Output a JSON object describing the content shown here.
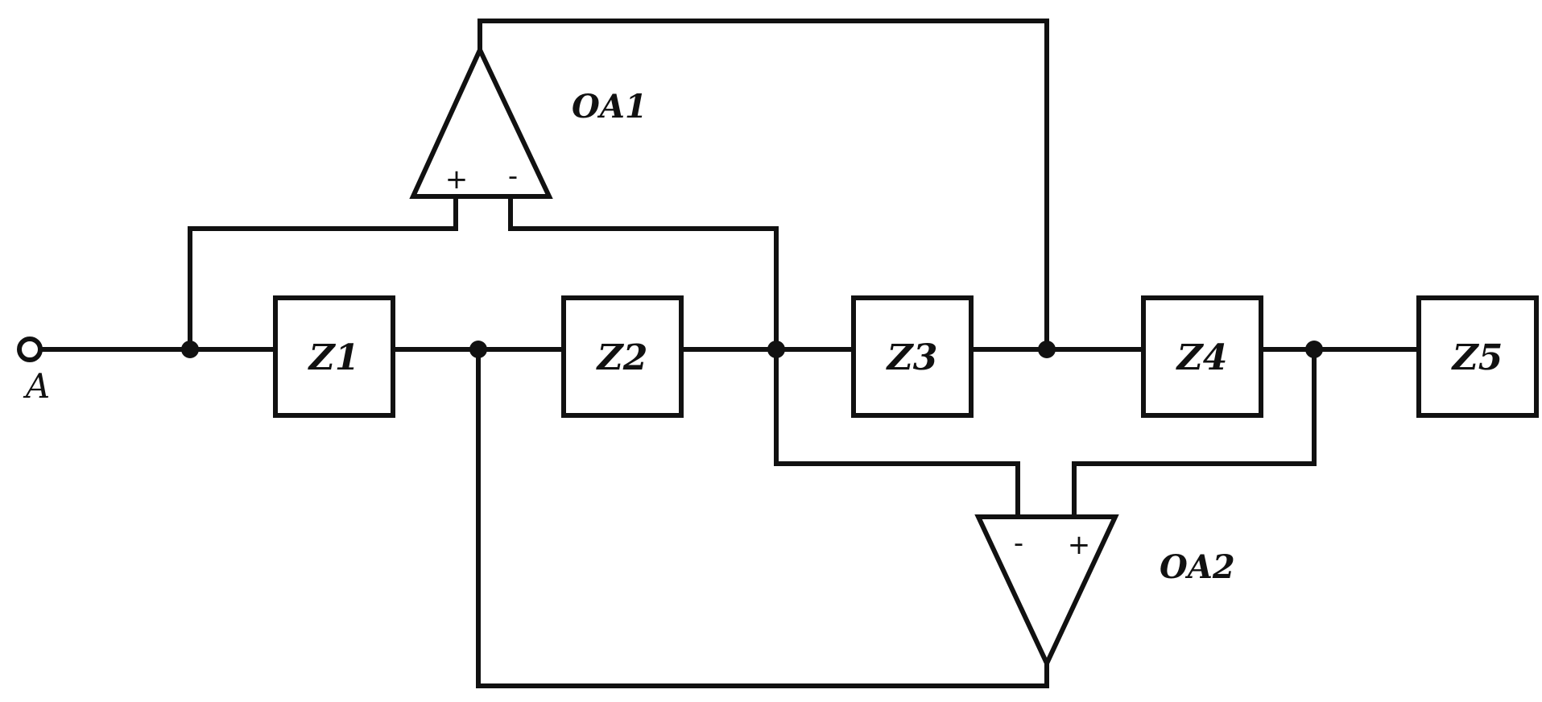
{
  "terminal": {
    "label": "A"
  },
  "impedances": [
    {
      "label": "Z1"
    },
    {
      "label": "Z2"
    },
    {
      "label": "Z3"
    },
    {
      "label": "Z4"
    },
    {
      "label": "Z5"
    }
  ],
  "opamps": [
    {
      "label": "OA1",
      "plus": "+",
      "minus": "-"
    },
    {
      "label": "OA2",
      "plus": "+",
      "minus": "-"
    }
  ],
  "colors": {
    "stroke": "#111111",
    "background": "#ffffff"
  }
}
